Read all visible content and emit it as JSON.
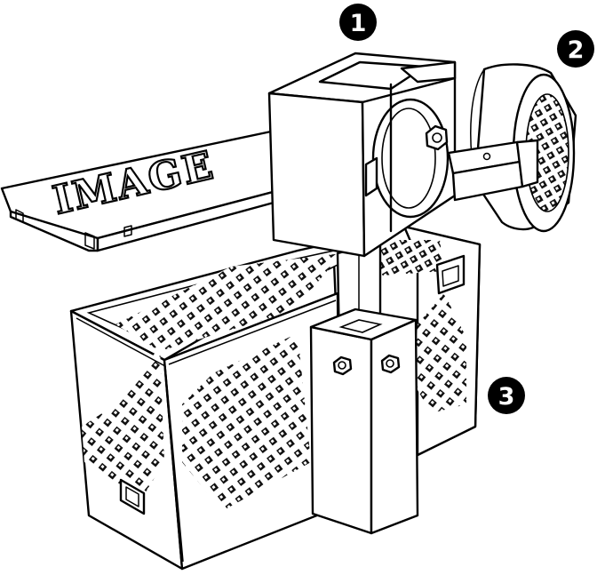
{
  "labels": {
    "badge_1": "1",
    "badge_2": "2",
    "badge_3": "3",
    "plate_text": "IMAGE"
  },
  "colors": {
    "ink": "#000000",
    "paper": "#ffffff",
    "hole": "#1a1a1a"
  }
}
